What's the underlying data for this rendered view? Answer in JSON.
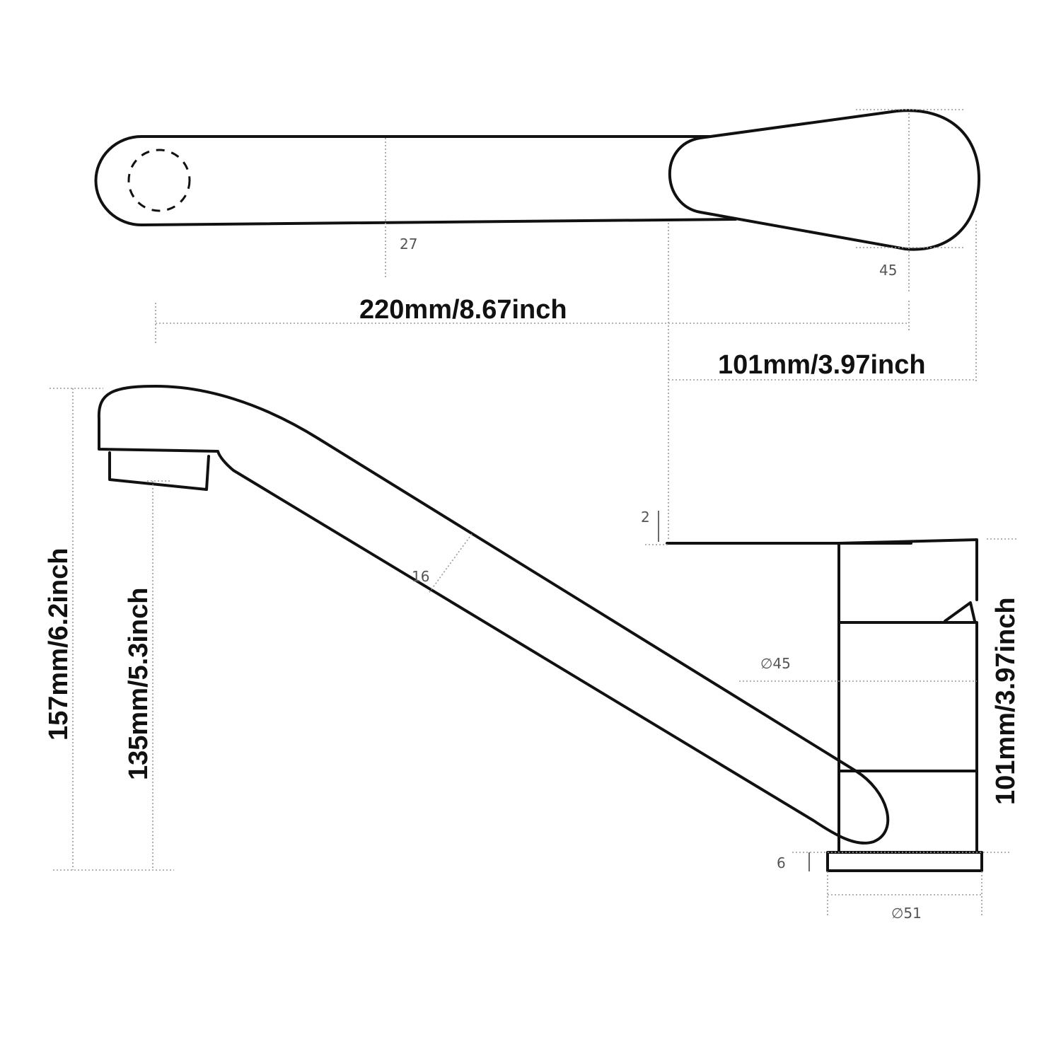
{
  "top_view": {
    "spout_label": "27",
    "handle_label": "45",
    "length_label": "220mm/8.67inch",
    "handle_length_label": "101mm/3.97inch"
  },
  "side_view": {
    "total_height_label": "157mm/6.2inch",
    "outlet_height_label": "135mm/5.3inch",
    "body_height_label": "101mm/3.97inch",
    "spout_section_label": "16",
    "lever_gap_label": "2",
    "base_thickness_label": "6",
    "body_diameter_label": "∅45",
    "base_diameter_label": "∅51"
  }
}
